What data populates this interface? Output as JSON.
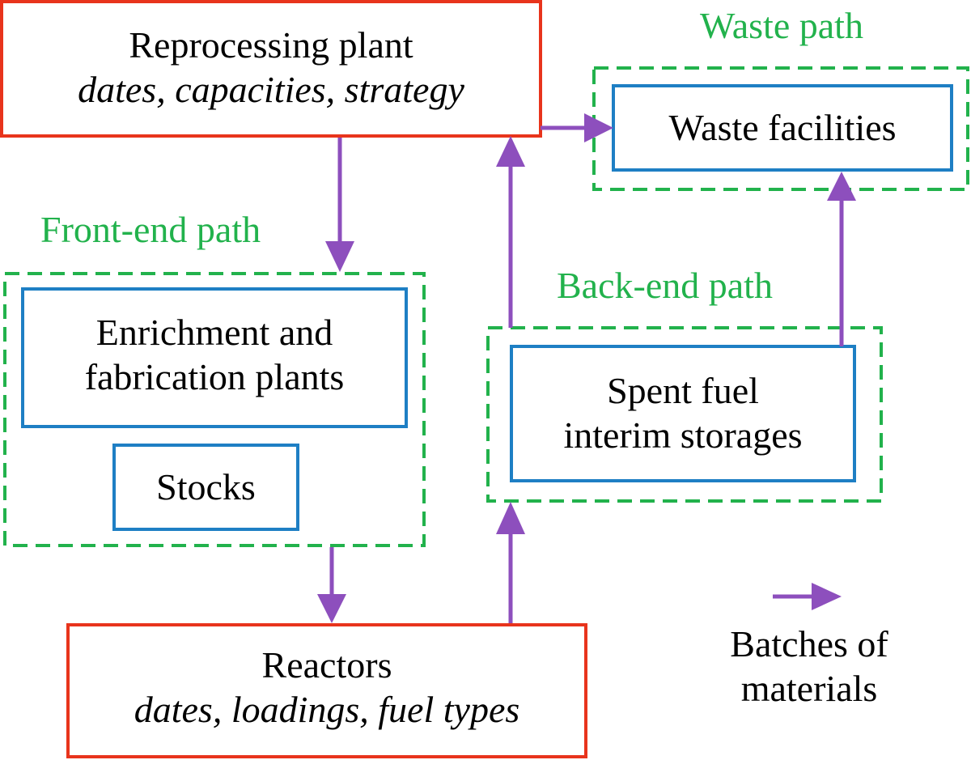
{
  "colors": {
    "core_box": "#e8341c",
    "facility_box": "#1e7fc4",
    "group_dash": "#22b24c",
    "arrow": "#8d4fbd",
    "group_title": "#22b24c"
  },
  "nodes": {
    "reprocessing": {
      "title": "Reprocessing plant",
      "subtitle": "dates, capacities, strategy"
    },
    "waste": {
      "title": "Waste facilities"
    },
    "enrichment": {
      "line1": "Enrichment and",
      "line2": "fabrication plants"
    },
    "stocks": {
      "title": "Stocks"
    },
    "spent_fuel": {
      "line1": "Spent fuel",
      "line2": "interim storages"
    },
    "reactors": {
      "title": "Reactors",
      "subtitle": "dates, loadings, fuel types"
    }
  },
  "groups": {
    "front_end": "Front-end path",
    "back_end": "Back-end path",
    "waste": "Waste path"
  },
  "legend": {
    "line1": "Batches of",
    "line2": "materials",
    "icon": "arrow-right-icon"
  }
}
